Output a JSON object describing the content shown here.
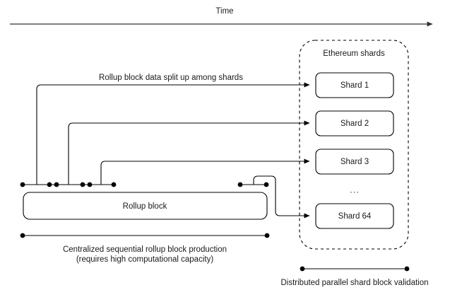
{
  "diagram": {
    "title_axis": {
      "label": "Time",
      "axis_name": "time-axis",
      "arrow": "arrow-right"
    },
    "rollup": {
      "block_label": "Rollup block",
      "split_label": "Rollup block data split up among shards",
      "caption_line1": "Centralized sequential rollup block production",
      "caption_line2": "(requires high computational capacity)"
    },
    "shards_container": {
      "title": "Ethereum shards",
      "ellipsis": "...",
      "items": [
        {
          "label": "Shard 1"
        },
        {
          "label": "Shard 2"
        },
        {
          "label": "Shard 3"
        },
        {
          "label": "Shard 64"
        }
      ]
    },
    "validation": {
      "caption": "Distributed parallel shard block validation"
    },
    "colors": {
      "stroke": "#000000",
      "axis": "#333333",
      "text": "#1a1a1a",
      "background": "#ffffff",
      "ellipsis": "#444444"
    }
  }
}
